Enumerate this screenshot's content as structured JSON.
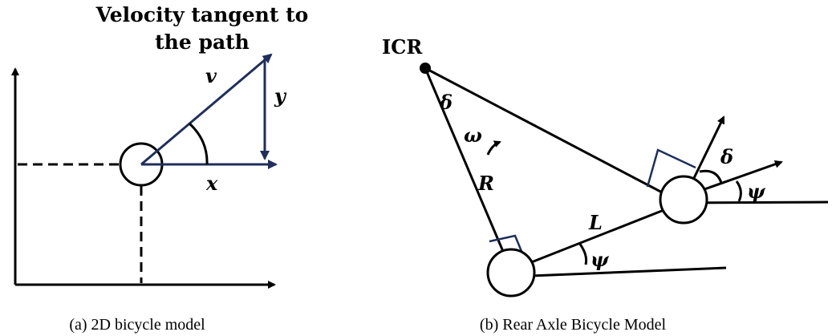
{
  "colors": {
    "ink": "#000000",
    "vector": "#1f2f5a"
  },
  "left_panel": {
    "title_line1": "Velocity tangent to",
    "title_line2": "the path",
    "label_v": "v",
    "label_x": "x",
    "label_y": "y",
    "caption": "(a) 2D bicycle model"
  },
  "right_panel": {
    "label_icr": "ICR",
    "label_delta_icr": "δ",
    "label_omega": "ω",
    "label_R": "R",
    "label_L": "L",
    "label_psi_rear": "ψ",
    "label_delta_front": "δ",
    "label_psi_front": "ψ",
    "caption": "(b) Rear Axle Bicycle Model"
  }
}
